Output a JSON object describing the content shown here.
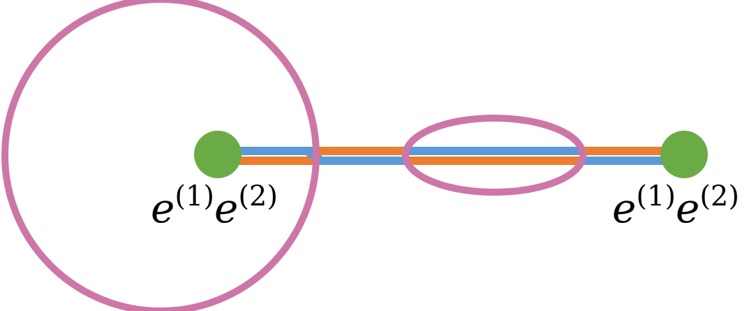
{
  "colors": {
    "background": "#ffffff",
    "circle": "#cd76a8",
    "node": "#6aab46",
    "edge_blue": "#5b9bd5",
    "edge_orange": "#ed7d31",
    "text": "#000000"
  },
  "labels": {
    "left_node": {
      "base1": "e",
      "sup1": "(1)",
      "base2": "e",
      "sup2": "(2)"
    },
    "right_node": {
      "base1": "e",
      "sup1": "(1)",
      "base2": "e",
      "sup2": "(2)"
    }
  }
}
